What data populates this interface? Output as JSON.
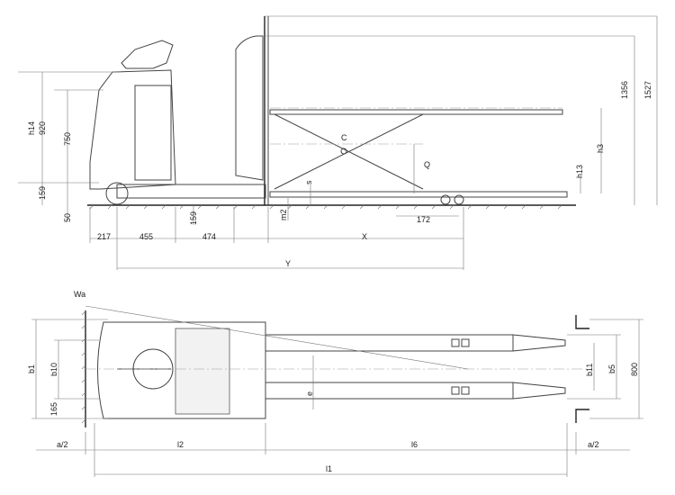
{
  "title": "Pallet truck dimension drawing",
  "side_view": {
    "labels": {
      "h14": "h14",
      "d920": "920",
      "d750": "750",
      "d159_left": "159",
      "d50": "50",
      "d159_bottom": "159",
      "m2": "m2",
      "s": "s",
      "C": "C",
      "Q": "Q",
      "h3": "h3",
      "h13": "h13",
      "d1356": "1356",
      "d1527": "1527",
      "d172": "172",
      "d217": "217",
      "d455": "455",
      "d474": "474",
      "X": "X",
      "Y": "Y"
    }
  },
  "top_view": {
    "labels": {
      "Wa": "Wa",
      "b1": "b1",
      "b10": "b10",
      "d165": "165",
      "e": "e",
      "b11": "b11",
      "b5": "b5",
      "d800": "800",
      "a2_left": "a/2",
      "l2": "l2",
      "l6": "l6",
      "a2_right": "a/2",
      "l1": "l1"
    }
  }
}
